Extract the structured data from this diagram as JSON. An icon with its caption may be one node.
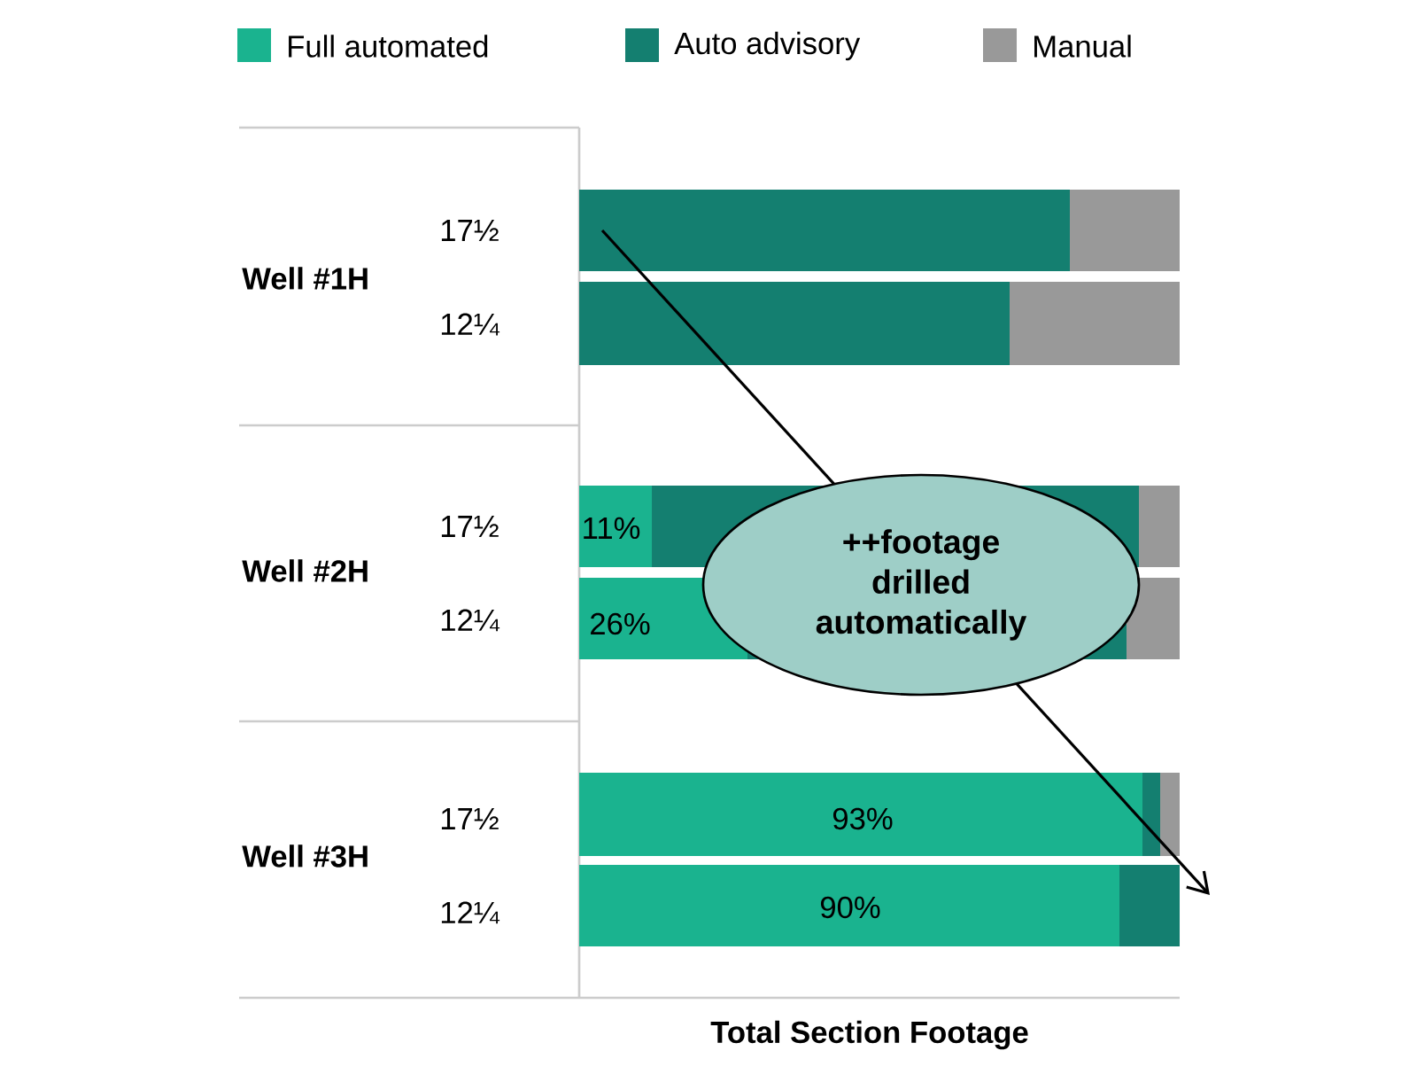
{
  "diagram": {
    "nodes": [
      {
        "text": [
          "++footage drilled automatically"
        ]
      }
    ],
    "labels": [
      "Well #1H",
      "17½",
      "12¼",
      "Well #2H",
      "17½",
      "11%",
      "12¼",
      "26%",
      "Well #3H",
      "17½",
      "93%",
      "12¼",
      "90%",
      "Total Section Footage"
    ],
    "legend": [
      {
        "text": "Full automated",
        "color": "#1ab38f"
      },
      {
        "text": "Auto advisory",
        "color": "#147f70"
      },
      {
        "text": "Manual",
        "color": "#999999"
      }
    ]
  }
}
